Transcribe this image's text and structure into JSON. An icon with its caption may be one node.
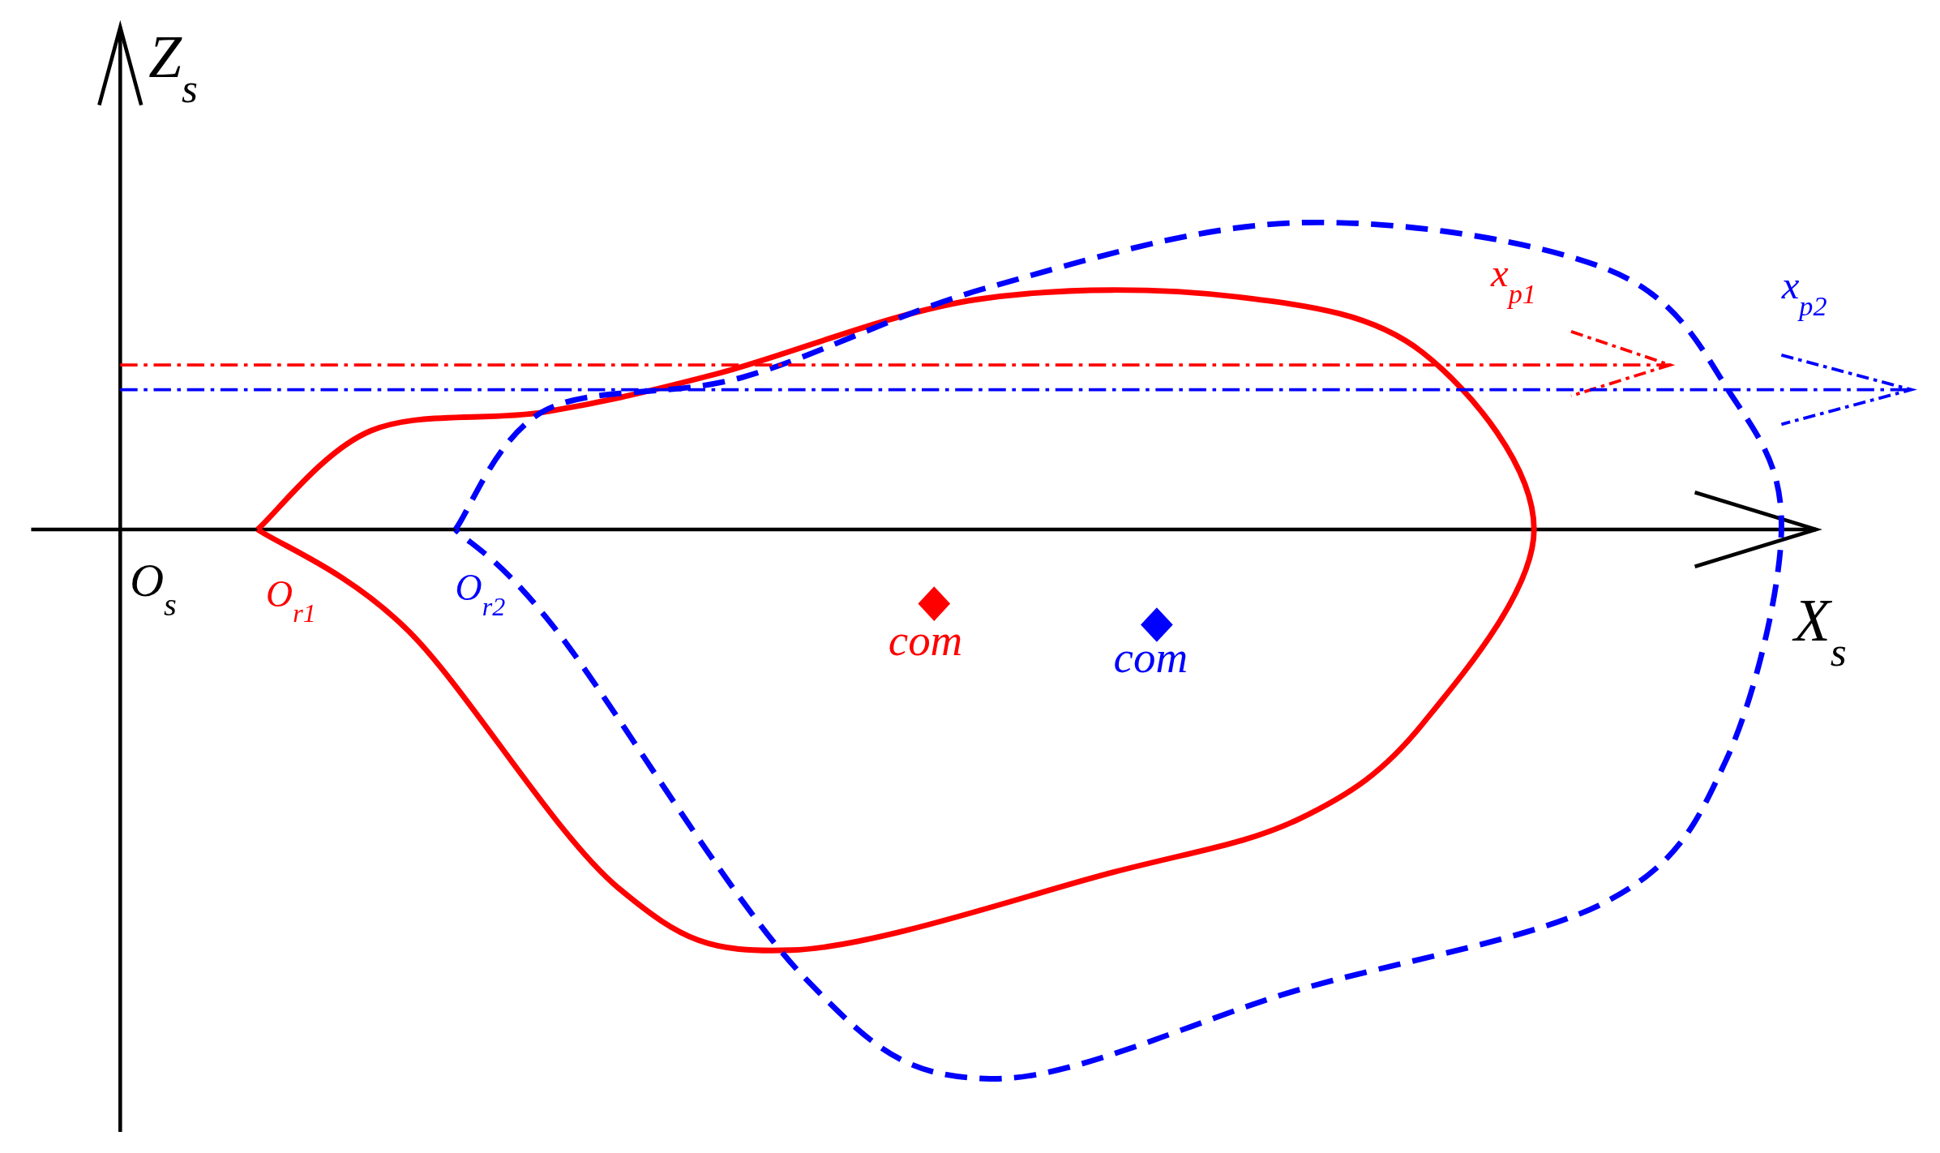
{
  "diagram": {
    "labels": [
      "Z$_{s}$",
      "x$_{p1}$",
      "x$_{p2}$",
      "O$_{s}$",
      "O$_{r1}$",
      "O$_{r2}$",
      "com",
      "com",
      "X$_{s}$"
    ]
  }
}
